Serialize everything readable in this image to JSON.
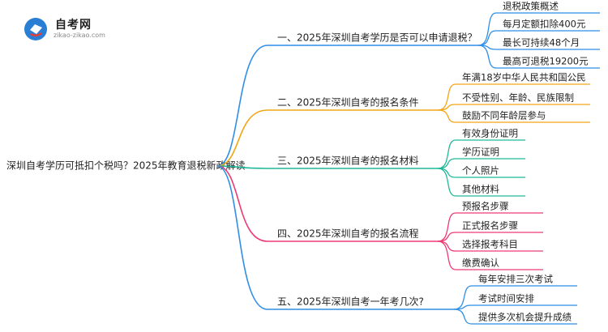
{
  "logo": {
    "name": "自考网",
    "url": "zikao-zikao.com",
    "colors": {
      "blue": "#2a7fd4",
      "red": "#e0403a"
    }
  },
  "root": {
    "label": "深圳自考学历可抵扣个税吗？2025年教育退税新政解读"
  },
  "branches": [
    {
      "label": "一、2025年深圳自考学历是否可以申请退税？",
      "color": "#2f8ee6",
      "children": [
        "退税政策概述",
        "每月定额扣除400元",
        "最长可持续48个月",
        "最高可退税19200元"
      ]
    },
    {
      "label": "二、2025年深圳自考的报名条件",
      "color": "#f2a516",
      "children": [
        "年满18岁中华人民共和国公民",
        "不受性别、年龄、民族限制",
        "鼓励不同年龄层参与"
      ]
    },
    {
      "label": "三、2025年深圳自考的报名材料",
      "color": "#1fb99a",
      "children": [
        "有效身份证明",
        "学历证明",
        "个人照片",
        "其他材料"
      ]
    },
    {
      "label": "四、2025年深圳自考的报名流程",
      "color": "#ee3a73",
      "children": [
        "预报名步骤",
        "正式报名步骤",
        "选择报考科目",
        "缴费确认"
      ]
    },
    {
      "label": "五、2025年深圳自考一年考几次?",
      "color": "#2f8ee6",
      "children": [
        "每年安排三次考试",
        "考试时间安排",
        "提供多次机会提升成绩"
      ]
    }
  ]
}
